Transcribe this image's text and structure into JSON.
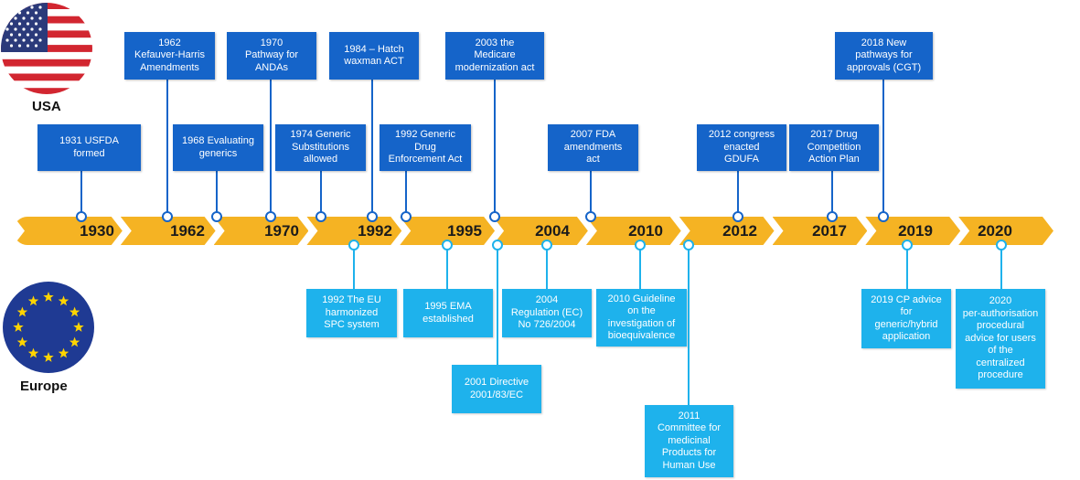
{
  "colors": {
    "us_box": "#1564C9",
    "eu_box": "#1EB2EC",
    "timeline": "#F5B323",
    "year_text": "#1b1b1b"
  },
  "regions": {
    "us": {
      "label": "USA",
      "flag": "us-flag-icon"
    },
    "eu": {
      "label": "Europe",
      "flag": "eu-flag-icon"
    }
  },
  "timeline_years": [
    "1930",
    "1962",
    "1970",
    "1992",
    "1995",
    "2004",
    "2010",
    "2012",
    "2017",
    "2019",
    "2020"
  ],
  "us_events": [
    {
      "text": "1931 USFDA\nformed"
    },
    {
      "text": "1962\nKefauver-Harris\nAmendments"
    },
    {
      "text": "1968 Evaluating\ngenerics"
    },
    {
      "text": "1970\nPathway for\nANDAs"
    },
    {
      "text": "1974 Generic\nSubstitutions\nallowed"
    },
    {
      "text": "1984 – Hatch\nwaxman ACT"
    },
    {
      "text": "1992 Generic\nDrug\nEnforcement Act"
    },
    {
      "text": "2003 the\nMedicare\nmodernization act"
    },
    {
      "text": "2007 FDA\namendments\nact"
    },
    {
      "text": "2012 congress\nenacted\nGDUFA"
    },
    {
      "text": "2017 Drug\nCompetition\nAction Plan"
    },
    {
      "text": "2018 New\npathways for\napprovals (CGT)"
    }
  ],
  "eu_events": [
    {
      "text": "1992 The EU\nharmonized\nSPC system"
    },
    {
      "text": "1995 EMA\nestablished"
    },
    {
      "text": "2001 Directive\n2001/83/EC"
    },
    {
      "text": "2004\nRegulation (EC)\nNo 726/2004"
    },
    {
      "text": "2010 Guideline\non the\ninvestigation of\nbioequivalence"
    },
    {
      "text": "2011\nCommittee for\nmedicinal\nProducts for\nHuman Use"
    },
    {
      "text": "2019 CP advice\nfor\ngeneric/hybrid\napplication"
    },
    {
      "text": "2020\nper-authorisation\nprocedural\nadvice for users\nof the\ncentralized\nprocedure"
    }
  ]
}
